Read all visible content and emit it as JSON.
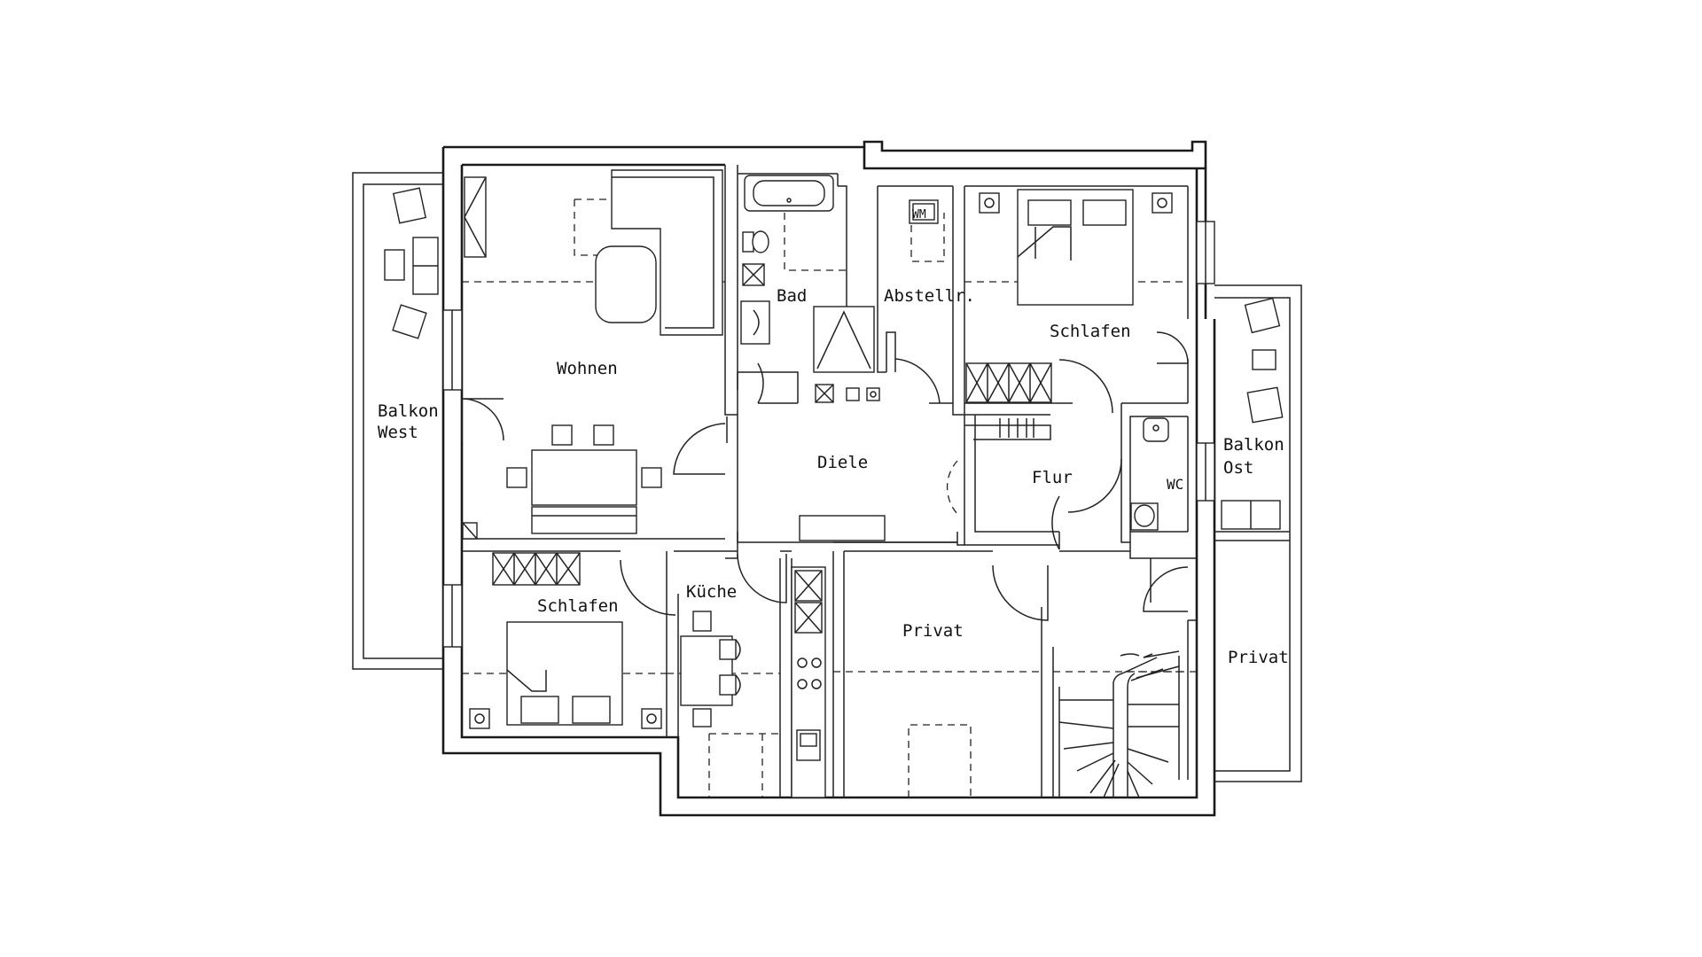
{
  "rooms": {
    "wohnen": "Wohnen",
    "bad": "Bad",
    "abstellr": "Abstellr.",
    "wm": "WM",
    "schlafen_east": "Schlafen",
    "balkon_west_1": "Balkon",
    "balkon_west_2": "West",
    "balkon_ost_1": "Balkon",
    "balkon_ost_2": "Ost",
    "diele": "Diele",
    "flur": "Flur",
    "wc": "WC",
    "schlafen_west": "Schlafen",
    "kueche": "Küche",
    "privat_center": "Privat",
    "privat_east": "Privat"
  }
}
